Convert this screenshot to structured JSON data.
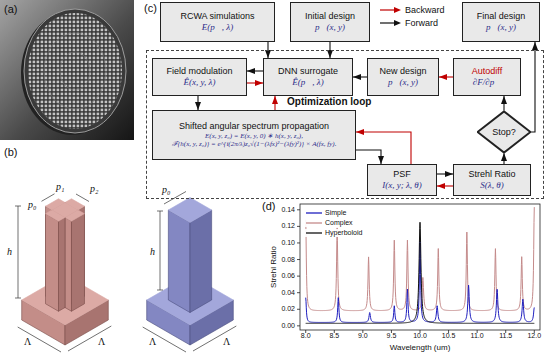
{
  "diagram": {
    "nodes": [
      {
        "text": [
          "RCWA simulations",
          "E(p⃗, λ)"
        ]
      },
      {
        "text": [
          "Initial design",
          "p⃗(x, y)"
        ]
      },
      {
        "text": [
          "Final design",
          "p⃗(x, y)"
        ]
      },
      {
        "text": [
          "Optimization loop"
        ]
      },
      {
        "text": [
          "Field modulation",
          "Ê(x, y, λ)"
        ],
        "in": 3
      },
      {
        "text": [
          "DNN surrogate",
          "Ê(p⃗, λ)"
        ],
        "in": 3
      },
      {
        "text": [
          "New design",
          "p⃗(x, y)"
        ],
        "in": 3
      },
      {
        "text": [
          "Autodiff",
          "∂F/∂p⃗"
        ],
        "in": 3
      },
      {
        "text": [
          "Shifted angular spectrum propagation",
          "E(x, y, z₀) = E(x, y, 0) ∗ h(x, y, z₀),",
          "ℱ{h(x, y, z₀)} = e^{i(2π/λ)z₀√(1−(λfx)²−(λfy)²)} × A(fx, fy)."
        ],
        "in": 3
      },
      {
        "text": [
          "Stop?"
        ],
        "in": 3
      },
      {
        "text": [
          "PSF",
          "I(x, y; λ, θ)"
        ],
        "in": 3
      },
      {
        "text": [
          "Strehl Ratio",
          "S(λ, θ)"
        ],
        "in": 3
      }
    ],
    "edges": [
      {
        "from": 0,
        "to": 5,
        "arrow": "to"
      },
      {
        "from": 1,
        "to": 5,
        "arrow": "to"
      },
      {
        "from": 5,
        "to": 4,
        "arrow": "to"
      },
      {
        "from": 4,
        "to": 5,
        "arrow": "to"
      },
      {
        "from": 6,
        "to": 5,
        "arrow": "to"
      },
      {
        "from": 7,
        "to": 6,
        "arrow": "to"
      },
      {
        "from": 4,
        "to": 8,
        "arrow": "to"
      },
      {
        "from": 8,
        "to": 5,
        "arrow": "to"
      },
      {
        "from": 8,
        "to": 10,
        "arrow": "to"
      },
      {
        "from": 10,
        "to": 8,
        "arrow": "to"
      },
      {
        "from": 10,
        "to": 11,
        "arrow": "to"
      },
      {
        "from": 11,
        "to": 10,
        "arrow": "to"
      },
      {
        "from": 11,
        "to": 9,
        "arrow": "to"
      },
      {
        "from": 9,
        "to": 7,
        "arrow": "to"
      },
      {
        "from": 9,
        "to": 2,
        "arrow": "to"
      }
    ],
    "labels": [
      "(a)",
      "(b)",
      "(c)",
      "(d)",
      "p₂",
      "p₁",
      "p₀",
      "h",
      "Λ",
      "Λ",
      "p₀",
      "h",
      "Λ",
      "Λ",
      "Strehl Ratio",
      "0.00",
      "0.02",
      "0.04",
      "0.06",
      "0.08",
      "0.10",
      "0.12",
      "0.14",
      "8.0",
      "8.5",
      "9.0",
      "9.5",
      "10.0",
      "10.5",
      "11.0",
      "11.5",
      "12.0",
      "Wavelength (um)"
    ],
    "legend": [
      {
        "text": "Backward"
      },
      {
        "text": "Forward"
      },
      {
        "text": "Simple"
      },
      {
        "text": "Complex"
      },
      {
        "text": "Hyperboloid"
      }
    ]
  }
}
